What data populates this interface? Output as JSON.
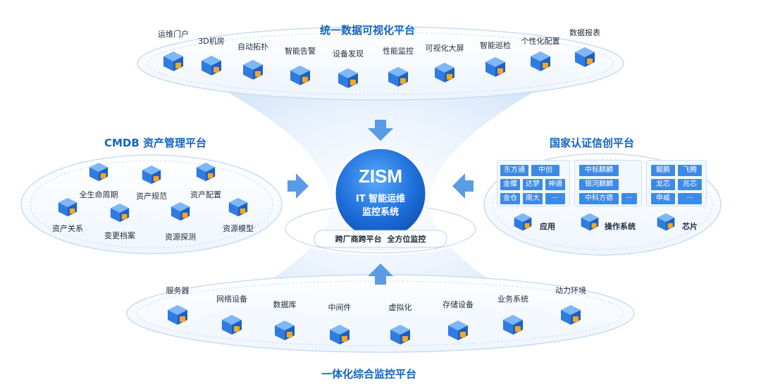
{
  "top": {
    "title": "统一数据可视化平台",
    "items": [
      {
        "label": "运维门户",
        "icon": "house-icon"
      },
      {
        "label": "3D机房",
        "icon": "cube-room-icon"
      },
      {
        "label": "自动拓扑",
        "icon": "topology-icon"
      },
      {
        "label": "智能告警",
        "icon": "alarm-icon"
      },
      {
        "label": "设备发现",
        "icon": "device-search-icon"
      },
      {
        "label": "性能监控",
        "icon": "gauge-icon"
      },
      {
        "label": "可视化大屏",
        "icon": "screen-chart-icon"
      },
      {
        "label": "智能巡检",
        "icon": "inspection-icon"
      },
      {
        "label": "个性化配置",
        "icon": "gear-icon"
      },
      {
        "label": "数据报表",
        "icon": "report-icon"
      }
    ]
  },
  "left": {
    "title": "CMDB 资产管理平台",
    "items": [
      {
        "label": "全生命周期",
        "icon": "lifecycle-icon"
      },
      {
        "label": "资产规范",
        "icon": "asset-standard-icon"
      },
      {
        "label": "资产配置",
        "icon": "asset-config-icon"
      },
      {
        "label": "资产关系",
        "icon": "asset-relation-icon"
      },
      {
        "label": "变更档案",
        "icon": "change-archive-icon"
      },
      {
        "label": "资源探测",
        "icon": "resource-probe-icon"
      },
      {
        "label": "资源模型",
        "icon": "resource-model-icon"
      }
    ]
  },
  "right": {
    "title": "国家认证信创平台",
    "groups": [
      {
        "label": "应用",
        "icon": "app-icon",
        "chips": [
          "东方通",
          "中创",
          "金蝶",
          "达梦",
          "神通",
          "金仓",
          "南大",
          "···"
        ]
      },
      {
        "label": "操作系统",
        "icon": "os-icon",
        "chips": [
          "中标麒麟",
          "银河麒麟",
          "中科方德",
          "···"
        ]
      },
      {
        "label": "芯片",
        "icon": "chip-icon",
        "chips": [
          "鲲鹏",
          "飞腾",
          "龙芯",
          "兆芯",
          "申威",
          "···"
        ]
      }
    ]
  },
  "bottom": {
    "title": "一体化综合监控平台",
    "items": [
      {
        "label": "服务器",
        "icon": "server-icon"
      },
      {
        "label": "网络设备",
        "icon": "network-device-icon"
      },
      {
        "label": "数据库",
        "icon": "database-icon"
      },
      {
        "label": "中间件",
        "icon": "middleware-icon"
      },
      {
        "label": "虚拟化",
        "icon": "virtualization-icon"
      },
      {
        "label": "存储设备",
        "icon": "storage-icon"
      },
      {
        "label": "业务系统",
        "icon": "business-system-icon"
      },
      {
        "label": "动力环境",
        "icon": "power-env-icon"
      }
    ]
  },
  "center": {
    "name": "ZISM",
    "subtitle1": "IT 智能运维",
    "subtitle2": "监控系统",
    "tagline": "跨厂商跨平台  全方位监控"
  },
  "colors": {
    "primary": "#1565c0",
    "accent": "#3d8ae6",
    "orange": "#f5a623",
    "ring": "#c9dcf3"
  }
}
